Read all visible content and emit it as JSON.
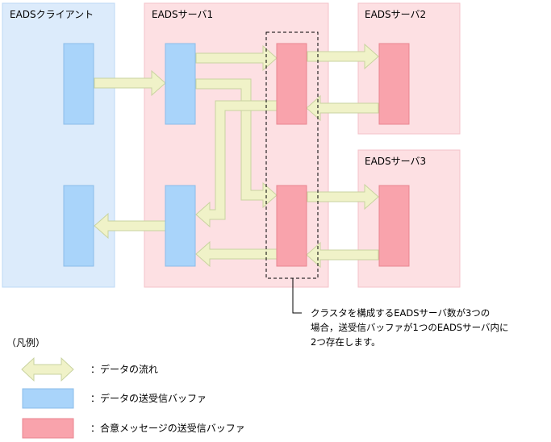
{
  "client": {
    "title": "EADSクライアント"
  },
  "server1": {
    "title": "EADSサーバ1"
  },
  "server2": {
    "title": "EADSサーバ2"
  },
  "server3": {
    "title": "EADSサーバ3"
  },
  "callout": {
    "lines": [
      "クラスタを構成するEADSサーバ数が3つの",
      "場合，送受信バッファが1つのEADSサーバ内に",
      "2つ存在します。"
    ]
  },
  "legend": {
    "heading": "（凡例）",
    "items": [
      {
        "label": "：データの流れ"
      },
      {
        "label": "：データの送受信バッファ"
      },
      {
        "label": "：合意メッセージの送受信バッファ"
      }
    ]
  },
  "colors": {
    "client_region": "#dcebfb",
    "server_region": "#fde0e3",
    "data_buffer": "#a9d4fa",
    "consensus_buffer": "#f9a3ac",
    "arrow_fill": "#f0f2c8",
    "arrow_stroke": "#c9d3a0"
  }
}
